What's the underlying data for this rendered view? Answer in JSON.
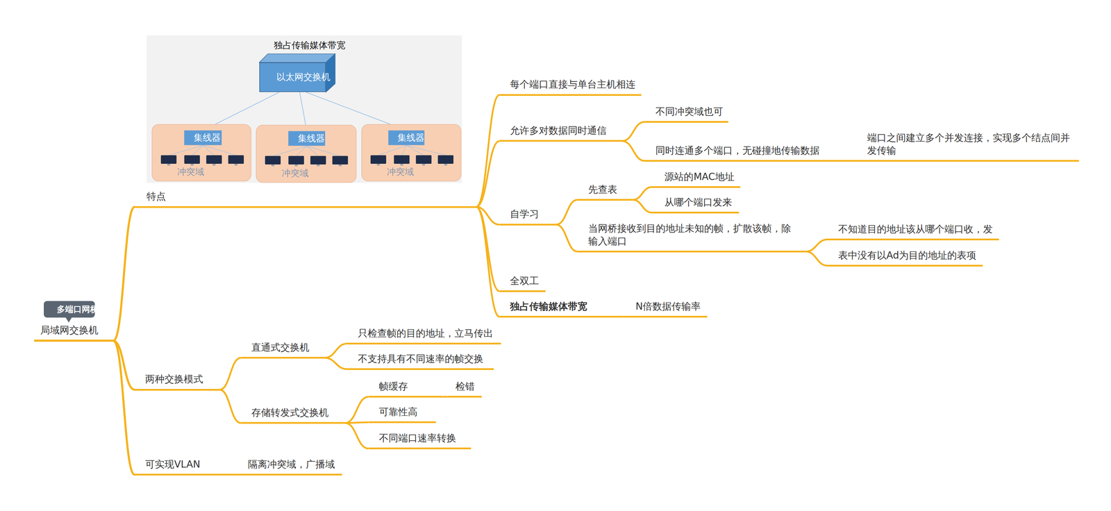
{
  "diagram": {
    "nodes": [
      {
        "text": [
          "局域网交换机"
        ]
      },
      {
        "text": [
          "多端口网桥"
        ]
      },
      {
        "text": [
          "特点"
        ]
      },
      {
        "text": [
          "每个端口直接与单台主机相连"
        ]
      },
      {
        "text": [
          "允许多对数据同时通信"
        ]
      },
      {
        "text": [
          "不同冲突域也可"
        ]
      },
      {
        "text": [
          "同时连通多个端口，无碰撞地传输数据"
        ]
      },
      {
        "text": [
          "端口之间建立多个并发连接，实现多个结点间并发传输"
        ]
      },
      {
        "text": [
          "自学习"
        ]
      },
      {
        "text": [
          "先查表"
        ]
      },
      {
        "text": [
          "源站的MAC地址"
        ]
      },
      {
        "text": [
          "从哪个端口发来"
        ]
      },
      {
        "text": [
          "当网桥接收到目的地址未知的帧，扩散该帧，除输入端口"
        ]
      },
      {
        "text": [
          "不知道目的地址该从哪个端口收，发"
        ]
      },
      {
        "text": [
          "表中没有以Ad为目的地址的表项"
        ]
      },
      {
        "text": [
          "全双工"
        ]
      },
      {
        "text": [
          "独占传输媒体带宽"
        ]
      },
      {
        "text": [
          "N倍数据传输率"
        ]
      },
      {
        "text": [
          "两种交换模式"
        ]
      },
      {
        "text": [
          "直通式交换机"
        ]
      },
      {
        "text": [
          "只检查帧的目的地址，立马传出"
        ]
      },
      {
        "text": [
          "不支持具有不同速率的帧交换"
        ]
      },
      {
        "text": [
          "存储转发式交换机"
        ]
      },
      {
        "text": [
          "帧缓存"
        ]
      },
      {
        "text": [
          "检错"
        ]
      },
      {
        "text": [
          "可靠性高"
        ]
      },
      {
        "text": [
          "不同端口速率转换"
        ]
      },
      {
        "text": [
          "可实现VLAN"
        ]
      },
      {
        "text": [
          "隔离冲突域，广播域"
        ]
      },
      {
        "text": [
          "以太网交换机"
        ]
      },
      {
        "text": [
          "冲突域"
        ]
      },
      {
        "text": [
          "集线器"
        ],
        "in": 30
      },
      {
        "text": [
          "冲突域"
        ]
      },
      {
        "text": [
          "集线器"
        ],
        "in": 32
      },
      {
        "text": [
          "冲突域"
        ]
      },
      {
        "text": [
          "集线器"
        ],
        "in": 34
      }
    ],
    "edges": [
      {
        "from": 0,
        "to": 2,
        "arrow": "none"
      },
      {
        "from": 0,
        "to": 18,
        "arrow": "none"
      },
      {
        "from": 0,
        "to": 27,
        "arrow": "none"
      },
      {
        "from": 2,
        "to": 3,
        "arrow": "none"
      },
      {
        "from": 2,
        "to": 4,
        "arrow": "none"
      },
      {
        "from": 2,
        "to": 8,
        "arrow": "none"
      },
      {
        "from": 2,
        "to": 15,
        "arrow": "none"
      },
      {
        "from": 2,
        "to": 16,
        "arrow": "none"
      },
      {
        "from": 4,
        "to": 5,
        "arrow": "none"
      },
      {
        "from": 4,
        "to": 6,
        "arrow": "none"
      },
      {
        "from": 6,
        "to": 7,
        "arrow": "none"
      },
      {
        "from": 8,
        "to": 9,
        "arrow": "none"
      },
      {
        "from": 8,
        "to": 12,
        "arrow": "none"
      },
      {
        "from": 9,
        "to": 10,
        "arrow": "none"
      },
      {
        "from": 9,
        "to": 11,
        "arrow": "none"
      },
      {
        "from": 12,
        "to": 13,
        "arrow": "none"
      },
      {
        "from": 12,
        "to": 14,
        "arrow": "none"
      },
      {
        "from": 16,
        "to": 17,
        "arrow": "none"
      },
      {
        "from": 18,
        "to": 19,
        "arrow": "none"
      },
      {
        "from": 18,
        "to": 22,
        "arrow": "none"
      },
      {
        "from": 19,
        "to": 20,
        "arrow": "none"
      },
      {
        "from": 19,
        "to": 21,
        "arrow": "none"
      },
      {
        "from": 22,
        "to": 23,
        "arrow": "none"
      },
      {
        "from": 22,
        "to": 25,
        "arrow": "none"
      },
      {
        "from": 22,
        "to": 26,
        "arrow": "none"
      },
      {
        "from": 23,
        "to": 24,
        "arrow": "none"
      },
      {
        "from": 27,
        "to": 28,
        "arrow": "none"
      },
      {
        "from": 29,
        "to": 31,
        "arrow": "none"
      },
      {
        "from": 29,
        "to": 33,
        "arrow": "none"
      },
      {
        "from": 29,
        "to": 35,
        "arrow": "none"
      }
    ],
    "labels": [
      "独占传输媒体带宽"
    ]
  }
}
